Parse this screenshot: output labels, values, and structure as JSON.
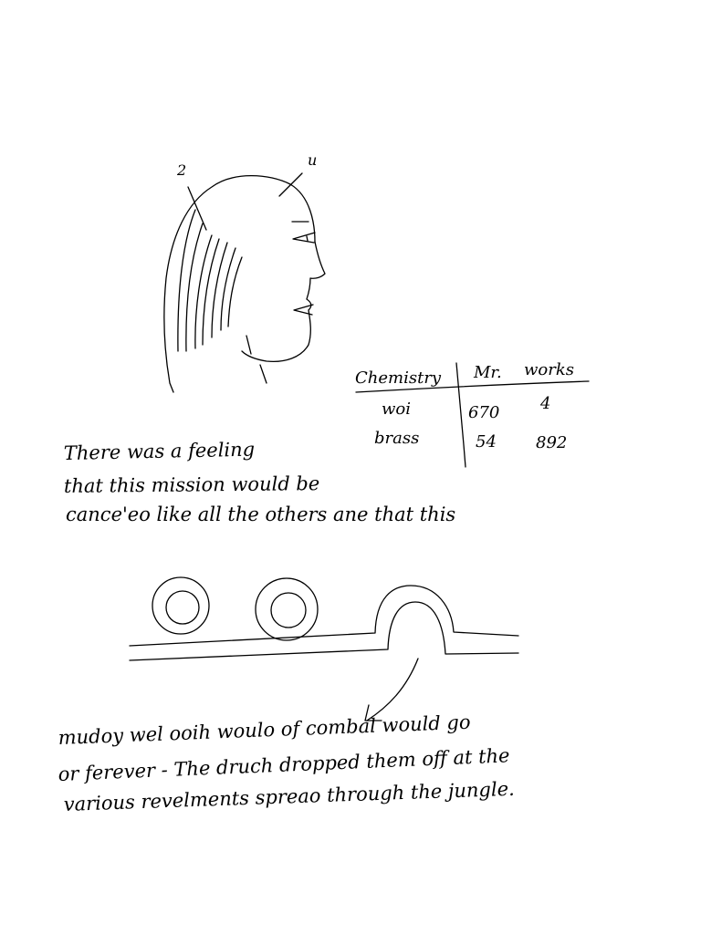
{
  "sketch": {
    "labels": [
      "2",
      "u"
    ],
    "table": {
      "headers": [
        "Chemistry",
        "Mr.",
        "works"
      ],
      "rows": [
        [
          "woi",
          "670",
          "4"
        ],
        [
          "brass",
          "54",
          "892"
        ]
      ]
    },
    "paragraph_1": [
      "There was a feeling",
      "that this mission would be",
      "cance'eo like all the others ane that this"
    ],
    "paragraph_2": [
      "mudoy wel ooih woulo of combal would go",
      "or ferever - The druch dropped them off at the",
      "various revelments spreao through the jungle."
    ]
  }
}
